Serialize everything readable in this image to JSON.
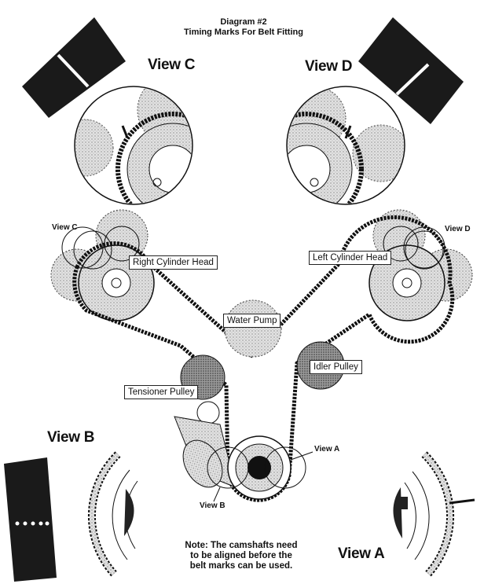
{
  "diagram": {
    "title_line1": "Diagram #2",
    "title_line2": "Timing Marks For Belt Fitting",
    "view_c_big": "View C",
    "view_d_big": "View D",
    "view_b_big": "View B",
    "view_a_big": "View A",
    "view_c_small": "View C",
    "view_d_small": "View D",
    "view_a_small": "View A",
    "view_b_small": "View B",
    "label_right_cylinder_head": "Right Cylinder Head",
    "label_left_cylinder_head": "Left Cylinder Head",
    "label_water_pump": "Water Pump",
    "label_idler_pulley": "Idler Pulley",
    "label_tensioner_pulley": "Tensioner Pulley",
    "note_line1": "Note: The camshafts need",
    "note_line2": "to be aligned before the",
    "note_line3": "belt marks can be used."
  },
  "colors": {
    "ink": "#111111",
    "stipple": "#bdbdbd",
    "dark_stipple": "#8a8a8a",
    "paper": "#ffffff"
  }
}
